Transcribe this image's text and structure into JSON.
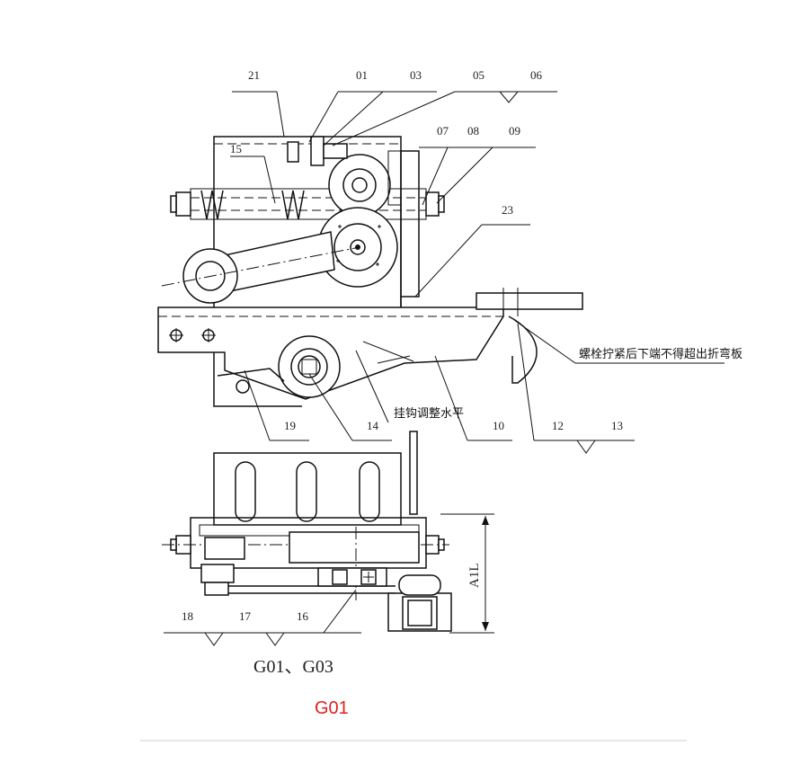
{
  "diagram": {
    "part_numbers_top": [
      "21",
      "01",
      "03",
      "05",
      "06",
      "07",
      "08",
      "09",
      "15",
      "23",
      "19",
      "14",
      "10",
      "12",
      "13"
    ],
    "part_numbers_bottom": [
      "18",
      "17",
      "16"
    ],
    "note_bolt": "螺栓拧紧后下端不得超出折弯板",
    "note_hook": "挂钩调整水平",
    "dimension_label": "A1L",
    "models_caption": "G01、G03",
    "model_code": "G01",
    "model_code_color": "#e02020"
  }
}
